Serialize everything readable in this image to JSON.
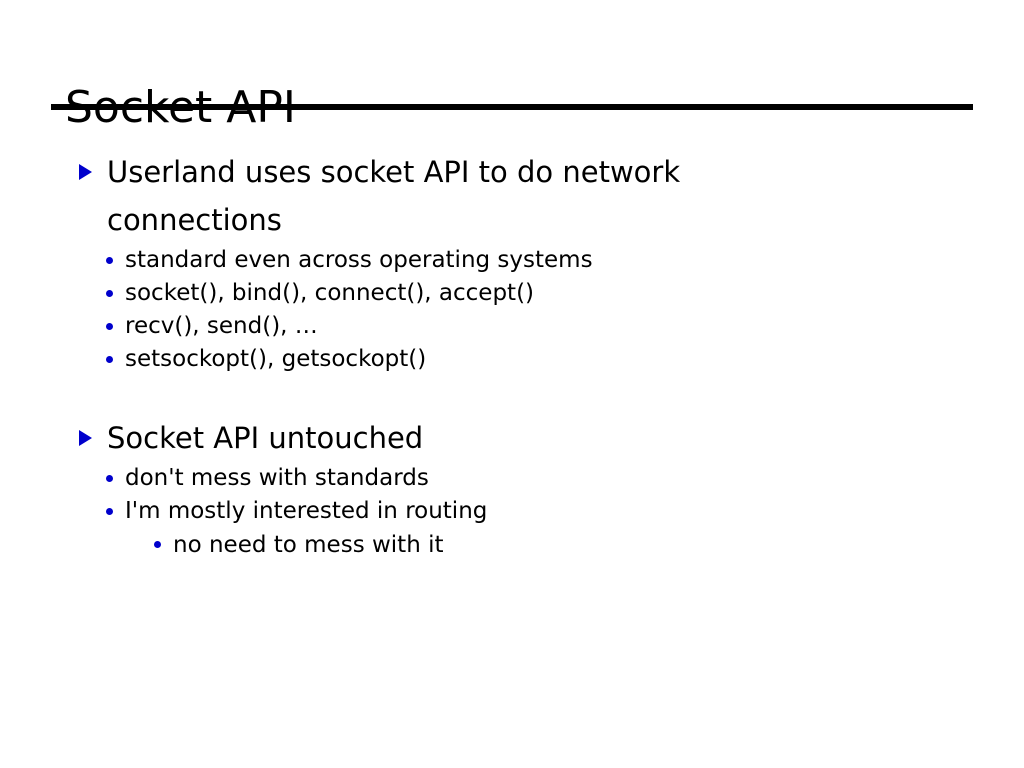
{
  "slide": {
    "title": "Socket API",
    "bullet_color": "#0000cc",
    "text_color": "#000000",
    "background_color": "#ffffff",
    "rule_color": "#000000",
    "sections": [
      {
        "level1": "Userland uses socket API to do network connections",
        "children": [
          {
            "level": 2,
            "text": "standard even across operating systems"
          },
          {
            "level": 2,
            "text": "socket(), bind(), connect(), accept()"
          },
          {
            "level": 2,
            "text": "recv(), send(), …"
          },
          {
            "level": 2,
            "text": "setsockopt(), getsockopt()"
          }
        ]
      },
      {
        "level1": "Socket API untouched",
        "children": [
          {
            "level": 2,
            "text": "don't mess with standards"
          },
          {
            "level": 2,
            "text": "I'm mostly interested in routing"
          },
          {
            "level": 3,
            "text": "no need to mess with it"
          }
        ]
      }
    ]
  }
}
